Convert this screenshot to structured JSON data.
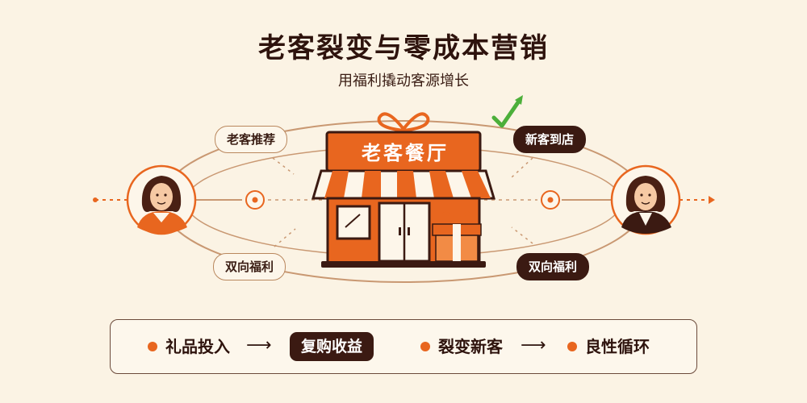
{
  "title": "老客裂变与零成本营销",
  "subtitle": "用福利撬动客源增长",
  "store_sign": "老客餐厅",
  "labels": {
    "top_left": "老客推荐",
    "top_right": "新客到店",
    "bottom_left": "双向福利",
    "bottom_right": "双向福利"
  },
  "flow": {
    "step1": "礼品投入",
    "step2": "复购收益",
    "step3": "裂变新客",
    "step4": "良性循环",
    "arrow": "⟶"
  },
  "colors": {
    "accent": "#e8661f",
    "dark": "#3b1a12",
    "background": "#fbf3e4",
    "check": "#4caf3a"
  },
  "icons": [
    "old-customer-avatar",
    "new-customer-avatar",
    "gift-box-icon",
    "check-mark-icon",
    "restaurant-store-icon"
  ]
}
